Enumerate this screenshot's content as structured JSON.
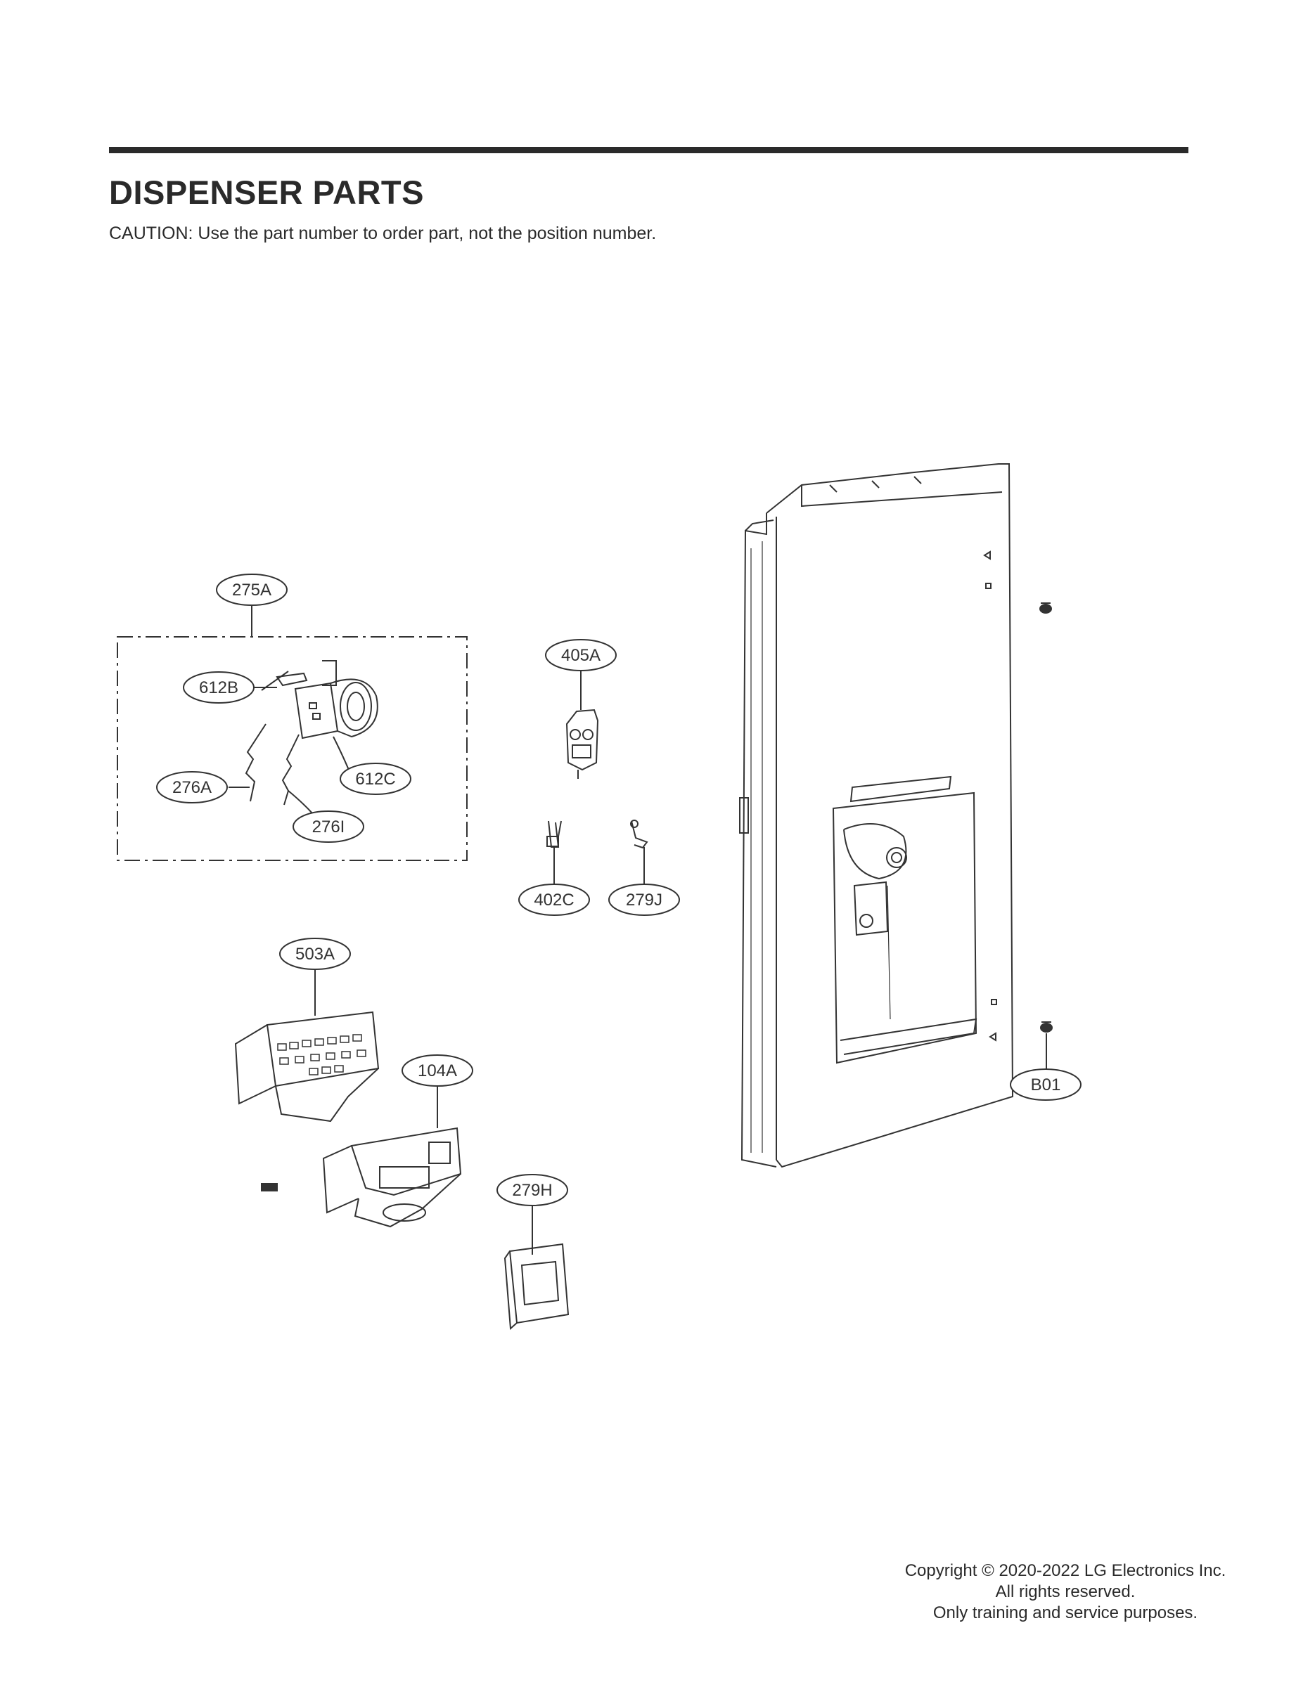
{
  "header": {
    "title": "DISPENSER PARTS",
    "caution": "CAUTION: Use the part number to order part, not the position number."
  },
  "callouts": {
    "c275A": "275A",
    "c612B": "612B",
    "c612C": "612C",
    "c276A": "276A",
    "c276I": "276I",
    "c405A": "405A",
    "c402C": "402C",
    "c279J": "279J",
    "c503A": "503A",
    "c104A": "104A",
    "c279H": "279H",
    "cB01": "B01"
  },
  "footer": {
    "line1": "Copyright © 2020-2022 LG Electronics Inc.",
    "line2": "All rights reserved.",
    "line3": "Only training and service purposes."
  }
}
